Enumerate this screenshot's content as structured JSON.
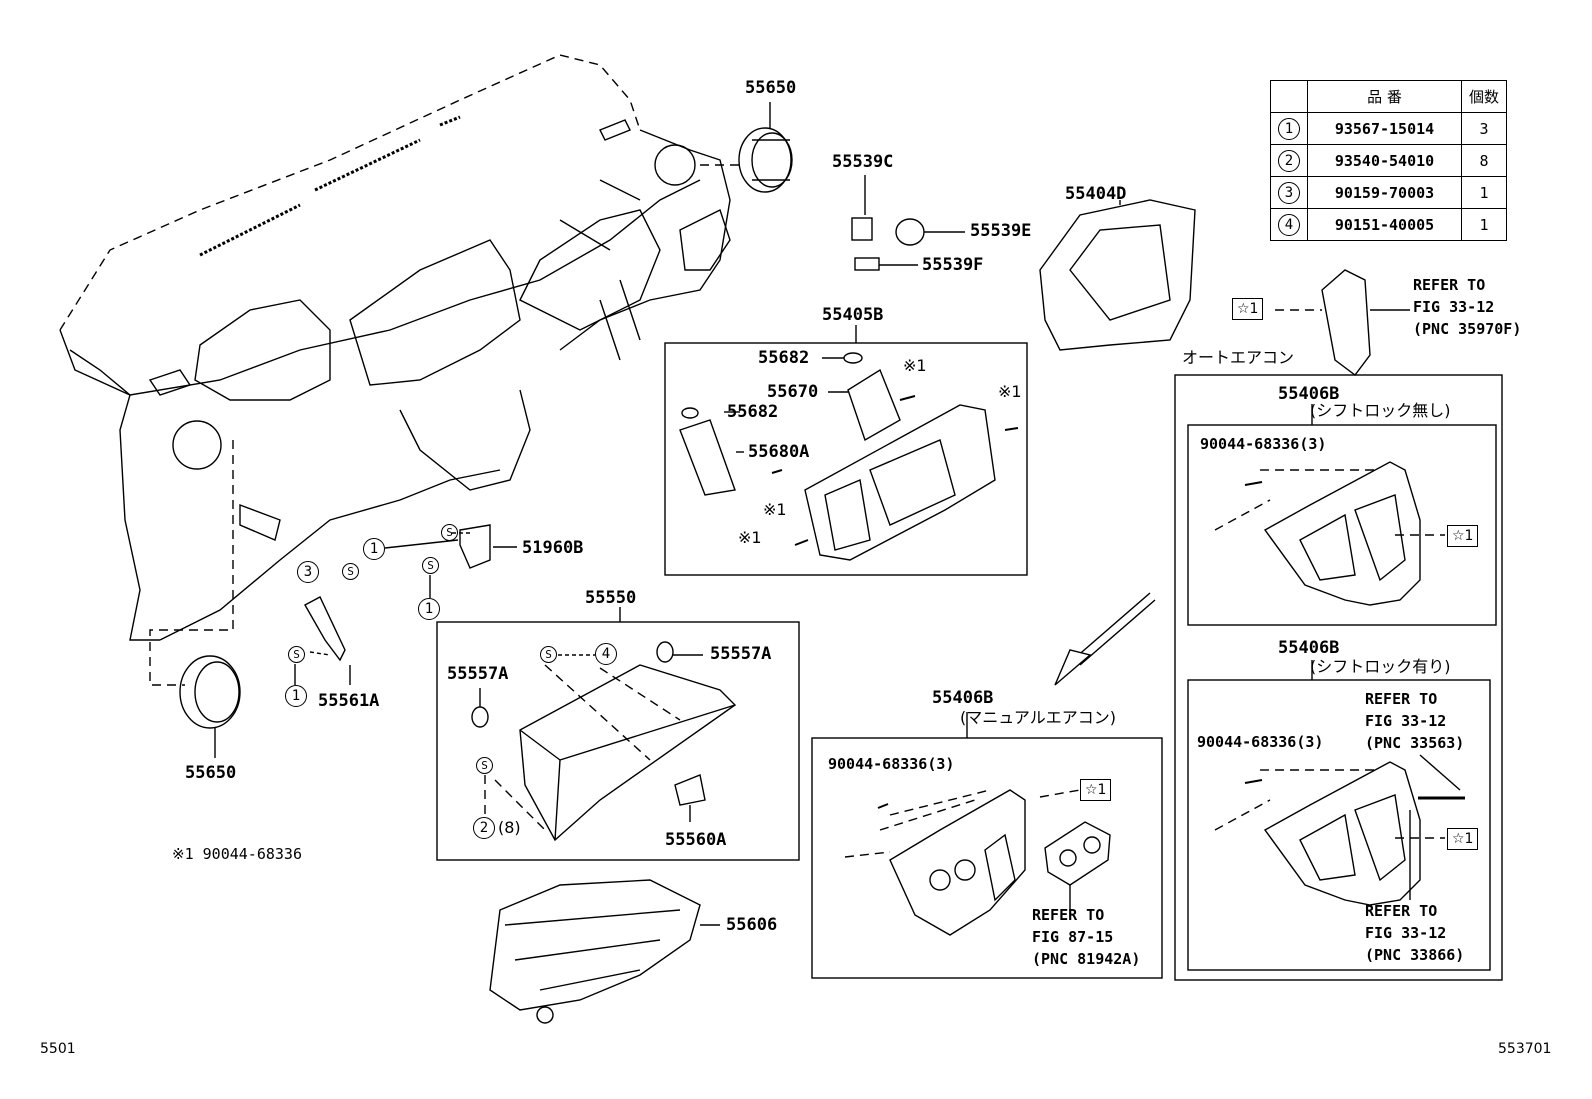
{
  "labels": {
    "p55650_top": "55650",
    "p55539C": "55539C",
    "p55539E": "55539E",
    "p55539F": "55539F",
    "p55404D": "55404D",
    "p55405B": "55405B",
    "p55682a": "55682",
    "p55670": "55670",
    "p55682b": "55682",
    "p55680A": "55680A",
    "note1a": "※1",
    "note1b": "※1",
    "note1c": "※1",
    "note1d": "※1",
    "p51960B": "51960B",
    "p55561A": "55561A",
    "p55650_bot": "55650",
    "p55550": "55550",
    "p55557A_left": "55557A",
    "p55557A_right": "55557A",
    "p55560A": "55560A",
    "p2_8": "(8)",
    "p55606": "55606",
    "footnote": "※1 90044-68336",
    "p55406B_manual": "55406B",
    "manual_caption": "(マニュアルエアコン)",
    "manual_bolt": "90044-68336(3)",
    "manual_refer": [
      "REFER TO",
      "FIG 87-15",
      "(PNC 81942A)"
    ],
    "auto_caption": "オートエアコン",
    "p55406B_nolock": "55406B",
    "nolock_caption": "(シフトロック無し)",
    "nolock_bolt": "90044-68336(3)",
    "p55406B_lock": "55406B",
    "lock_caption": "(シフトロック有り)",
    "lock_bolt": "90044-68336(3)",
    "lock_refer_top": [
      "REFER TO",
      "FIG 33-12",
      "(PNC 33563)"
    ],
    "lock_refer_bot": [
      "REFER TO",
      "FIG 33-12",
      "(PNC 33866)"
    ],
    "refer_35970F": [
      "REFER TO",
      "FIG 33-12",
      "(PNC 35970F)"
    ],
    "star1": "☆1",
    "circle_1": "1",
    "circle_3": "3",
    "circle_4": "4",
    "circle_2": "2",
    "screw_s": "S",
    "footer_left": "5501",
    "footer_right": "553701"
  },
  "parts_table": {
    "headers": [
      "品 番",
      "個数"
    ],
    "rows": [
      {
        "ref": "1",
        "part": "93567-15014",
        "qty": "3"
      },
      {
        "ref": "2",
        "part": "93540-54010",
        "qty": "8"
      },
      {
        "ref": "3",
        "part": "90159-70003",
        "qty": "1"
      },
      {
        "ref": "4",
        "part": "90151-40005",
        "qty": "1"
      }
    ]
  }
}
